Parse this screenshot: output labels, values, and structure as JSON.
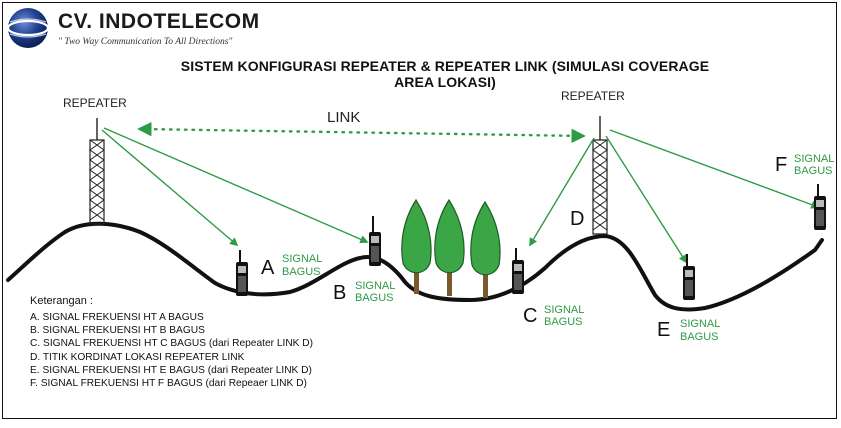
{
  "header": {
    "company_name": "CV. INDOTELECOM",
    "tagline": "\" Two Way Communication To All Directions\""
  },
  "title": "SISTEM KONFIGURASI REPEATER & REPEATER LINK (SIMULASI COVERAGE AREA LOKASI)",
  "labels": {
    "repeater_left": "REPEATER",
    "repeater_right": "REPEATER",
    "link": "LINK",
    "signal_line1": "SIGNAL",
    "signal_line2": "BAGUS"
  },
  "points": {
    "a": "A",
    "b": "B",
    "c": "C",
    "d": "D",
    "e": "E",
    "f": "F"
  },
  "legend": {
    "title": "Keterangan :",
    "items": [
      "A. SIGNAL FREKUENSI HT A BAGUS",
      "B. SIGNAL FREKUENSI HT B BAGUS",
      "C. SIGNAL FREKUENSI HT C BAGUS (dari Repeater LINK D)",
      "D. TITIK KORDINAT LOKASI REPEATER LINK",
      "E. SIGNAL FREKUENSI HT E BAGUS (dari Repeater LINK D)",
      "F. SIGNAL FREKUENSI HT F BAGUS (dari Repeaer LINK D)"
    ]
  },
  "colors": {
    "signal_green": "#2e9b47",
    "terrain": "#111111",
    "tree_green": "#3aa645",
    "logo_blue": "#1f3f8f"
  }
}
